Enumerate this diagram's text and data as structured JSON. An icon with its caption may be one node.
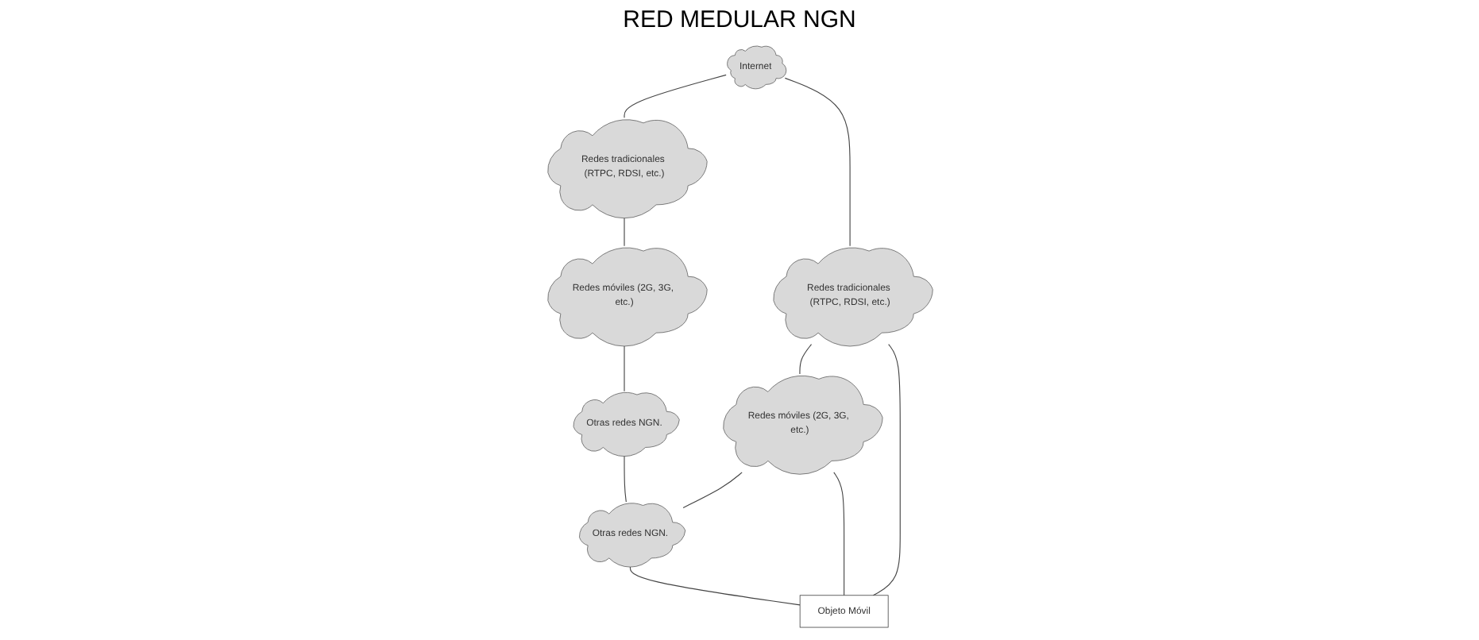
{
  "diagram": {
    "nodes": [
      {
        "text": [
          "Internet"
        ]
      },
      {
        "text": [
          "Redes tradicionales (RTPC, RDSI, etc.)"
        ]
      },
      {
        "text": [
          "Redes móviles (2G, 3G, etc.)"
        ]
      },
      {
        "text": [
          "Otras redes NGN."
        ]
      },
      {
        "text": [
          "Redes tradicionales (RTPC, RDSI, etc.)"
        ]
      },
      {
        "text": [
          "Redes móviles (2G, 3G, etc.)"
        ]
      },
      {
        "text": [
          "Otras redes NGN."
        ]
      },
      {
        "text": [
          "Objeto Móvil"
        ]
      }
    ],
    "edges": [
      {
        "from": 0,
        "to": 1,
        "arrow": "none"
      },
      {
        "from": 1,
        "to": 2,
        "arrow": "none"
      },
      {
        "from": 2,
        "to": 3,
        "arrow": "none"
      },
      {
        "from": 3,
        "to": 6,
        "arrow": "none"
      },
      {
        "from": 4,
        "to": 5,
        "arrow": "none"
      },
      {
        "from": 5,
        "to": 6,
        "arrow": "none"
      },
      {
        "from": 0,
        "to": 4,
        "arrow": "none"
      },
      {
        "from": 4,
        "to": 7,
        "arrow": "none"
      },
      {
        "from": 5,
        "to": 7,
        "arrow": "none"
      },
      {
        "from": 6,
        "to": 7,
        "arrow": "none"
      }
    ],
    "labels": [
      "RED MEDULAR NGN"
    ]
  }
}
